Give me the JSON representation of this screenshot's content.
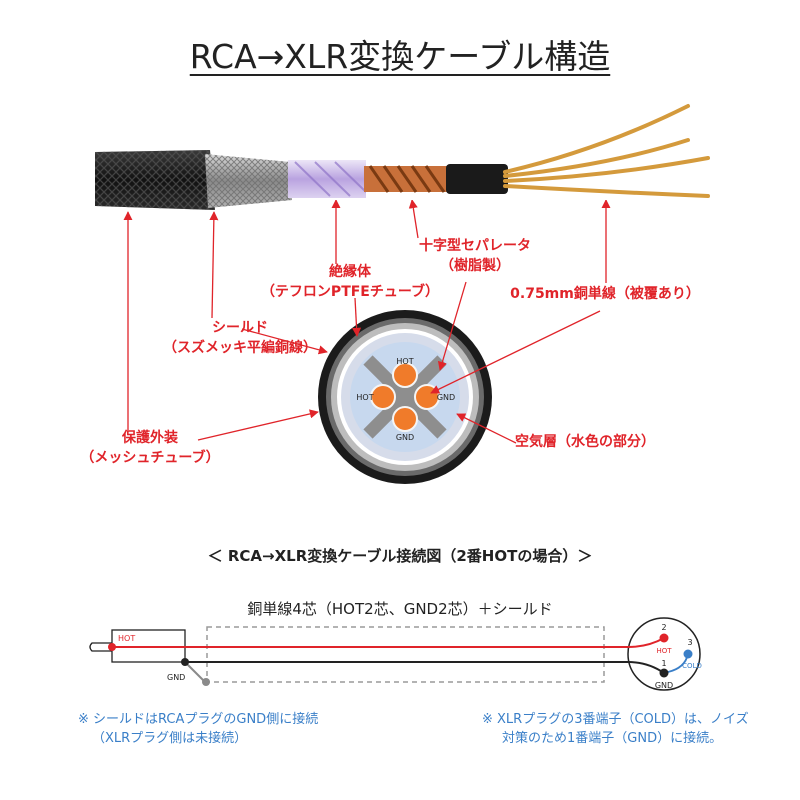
{
  "title": "RCA→XLR変換ケーブル構造",
  "labels": {
    "insulator": [
      "絶縁体",
      "（テフロンPTFEチューブ）"
    ],
    "separator": [
      "十字型セパレータ",
      "（樹脂製）"
    ],
    "wire": "0.75mm銅単線（被覆あり）",
    "shield": [
      "シールド",
      "（スズメッキ平編銅線）"
    ],
    "jacket": [
      "保護外装",
      "（メッシュチューブ）"
    ],
    "air": "空気層（水色の部分）"
  },
  "cross_section": {
    "hot_top": "HOT",
    "hot_left": "HOT",
    "gnd_right": "GND",
    "gnd_bottom": "GND"
  },
  "section2_title": "＜ RCA→XLR変換ケーブル接続図（2番HOTの場合）＞",
  "bundle_caption": "銅単線4芯（HOT2芯、GND2芯）＋シールド",
  "wiring": {
    "rca_hot": "HOT",
    "rca_gnd": "GND",
    "xlr_pin2": "2",
    "xlr_hot": "HOT",
    "xlr_pin3": "3",
    "xlr_cold": "COLD",
    "xlr_pin1": "1",
    "xlr_gnd": "GND"
  },
  "notes": {
    "left": [
      "※ シールドはRCAプラグのGND側に接続",
      "（XLRプラグ側は未接続）"
    ],
    "right": [
      "※ XLRプラグの3番端子（COLD）は、ノイズ",
      "対策のため1番端子（GND）に接続。"
    ]
  },
  "colors": {
    "label_red": "#e0242a",
    "note_blue": "#3a7fc8",
    "air_layer": "#c7d8ee",
    "conductor_orange": "#f07b2a"
  }
}
